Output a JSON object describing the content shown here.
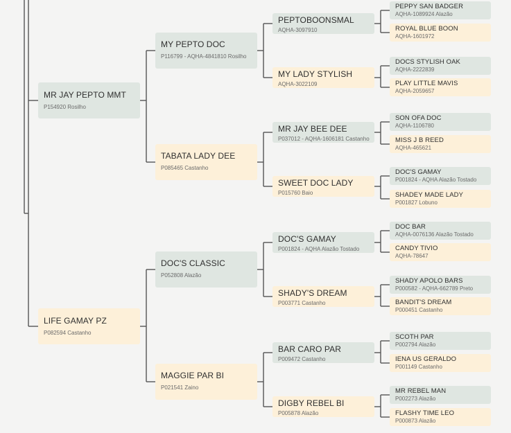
{
  "pedigree": [
    {
      "name": "MR JAY PEPTO MMT",
      "info": "P154920 Rosilho",
      "sex": "m",
      "gen": 1
    },
    {
      "name": "LIFE GAMAY PZ",
      "info": "P082594 Castanho",
      "sex": "f",
      "gen": 1
    },
    {
      "name": "MY PEPTO DOC",
      "info": "P116799 - AQHA-4841810 Rosilho",
      "sex": "m",
      "gen": 2
    },
    {
      "name": "TABATA LADY DEE",
      "info": "P085465 Castanho",
      "sex": "f",
      "gen": 2
    },
    {
      "name": "DOC'S CLASSIC",
      "info": "P052808 Alazão",
      "sex": "m",
      "gen": 2
    },
    {
      "name": "MAGGIE PAR BI",
      "info": "P021541 Zaino",
      "sex": "f",
      "gen": 2
    },
    {
      "name": "PEPTOBOONSMAL",
      "info": "AQHA-3097910",
      "sex": "m",
      "gen": 3
    },
    {
      "name": "MY LADY STYLISH",
      "info": "AQHA-3022109",
      "sex": "f",
      "gen": 3
    },
    {
      "name": "MR JAY BEE DEE",
      "info": "P037012 - AQHA-1606181 Castanho",
      "sex": "m",
      "gen": 3
    },
    {
      "name": "SWEET DOC LADY",
      "info": "P015760 Baio",
      "sex": "f",
      "gen": 3
    },
    {
      "name": "DOC'S GAMAY",
      "info": "P001824 - AQHA Alazão Tostado",
      "sex": "m",
      "gen": 3
    },
    {
      "name": "SHADY'S DREAM",
      "info": "P003771 Castanho",
      "sex": "f",
      "gen": 3
    },
    {
      "name": "BAR CARO PAR",
      "info": "P009472 Castanho",
      "sex": "m",
      "gen": 3
    },
    {
      "name": "DIGBY REBEL BI",
      "info": "P005878 Alazão",
      "sex": "f",
      "gen": 3
    },
    {
      "name": "PEPPY SAN BADGER",
      "info": "AQHA-1089924 Alazão",
      "sex": "m",
      "gen": 4
    },
    {
      "name": "ROYAL BLUE BOON",
      "info": "AQHA-1601972",
      "sex": "f",
      "gen": 4
    },
    {
      "name": "DOCS STYLISH OAK",
      "info": "AQHA-2222839",
      "sex": "m",
      "gen": 4
    },
    {
      "name": "PLAY LITTLE MAVIS",
      "info": "AQHA-2059657",
      "sex": "f",
      "gen": 4
    },
    {
      "name": "SON OFA DOC",
      "info": "AQHA-1106780",
      "sex": "m",
      "gen": 4
    },
    {
      "name": "MISS J B REED",
      "info": "AQHA-465621",
      "sex": "f",
      "gen": 4
    },
    {
      "name": "DOC'S GAMAY",
      "info": "P001824 - AQHA Alazão Tostado",
      "sex": "m",
      "gen": 4
    },
    {
      "name": "SHADEY MADE LADY",
      "info": "P001827 Lobuno",
      "sex": "f",
      "gen": 4
    },
    {
      "name": "DOC BAR",
      "info": "AQHA-0076136 Alazão Tostado",
      "sex": "m",
      "gen": 4
    },
    {
      "name": "CANDY TIVIO",
      "info": "AQHA-78647",
      "sex": "f",
      "gen": 4
    },
    {
      "name": "SHADY APOLO BARS",
      "info": "P000582 - AQHA-662789 Preto",
      "sex": "m",
      "gen": 4
    },
    {
      "name": "BANDIT'S DREAM",
      "info": "P000451 Castanho",
      "sex": "f",
      "gen": 4
    },
    {
      "name": "SCOTH PAR",
      "info": "P002794 Alazão",
      "sex": "m",
      "gen": 4
    },
    {
      "name": "IENA US GERALDO",
      "info": "P001149 Castanho",
      "sex": "f",
      "gen": 4
    },
    {
      "name": "MR REBEL MAN",
      "info": "P002273 Alazão",
      "sex": "m",
      "gen": 4
    },
    {
      "name": "FLASHY TIME LEO",
      "info": "P000873 Alazão",
      "sex": "f",
      "gen": 4
    }
  ],
  "colors": {
    "sire_box": "#dfe6e1",
    "dam_box": "#fdf0d9",
    "connector_line": "#555555",
    "background": "#f4f4f3"
  }
}
